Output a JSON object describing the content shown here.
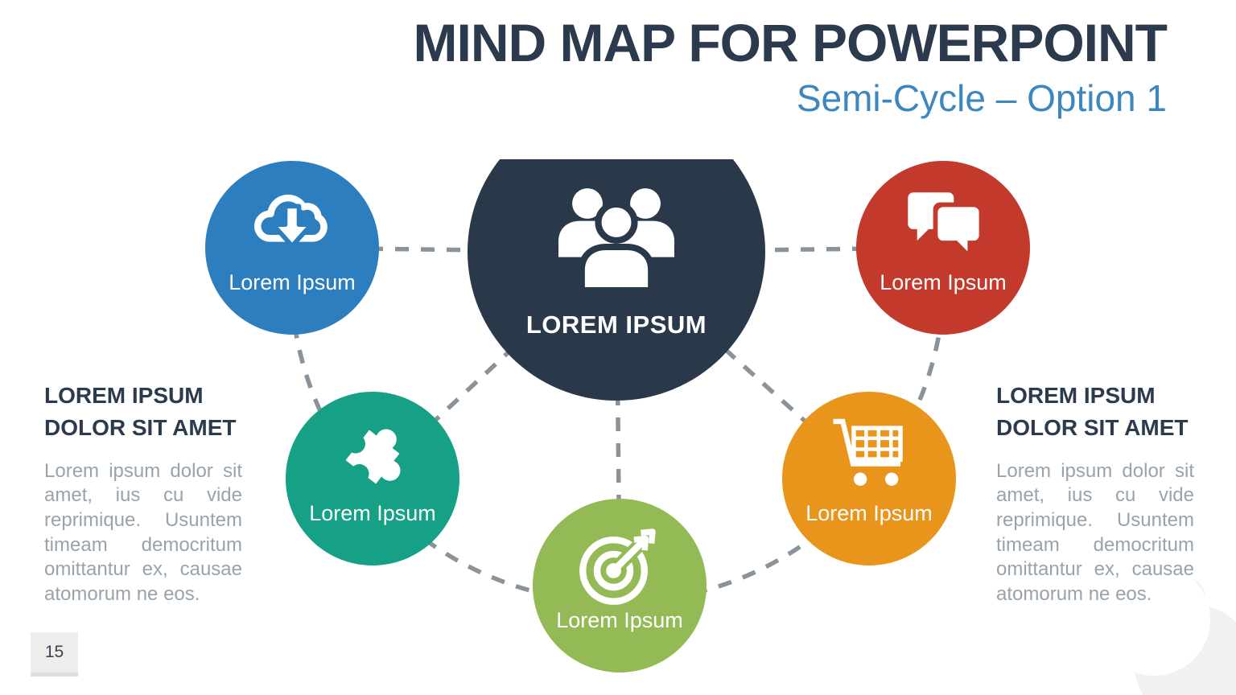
{
  "slide": {
    "title": "MIND MAP FOR POWERPOINT",
    "subtitle": "Semi-Cycle – Option 1",
    "page_number": "15",
    "title_color": "#2B3A4D",
    "subtitle_color": "#3C87C0",
    "background_color": "#FFFFFF"
  },
  "diagram": {
    "connector_color": "#8A939A",
    "center": {
      "label": "LOREM IPSUM",
      "icon": "users-group-icon",
      "color": "#2A394A"
    },
    "nodes": [
      {
        "position": "top-left",
        "label": "Lorem Ipsum",
        "icon": "cloud-download-icon",
        "color": "#2D7EBF"
      },
      {
        "position": "top-right",
        "label": "Lorem Ipsum",
        "icon": "chat-bubbles-icon",
        "color": "#C3392B"
      },
      {
        "position": "mid-left",
        "label": "Lorem Ipsum",
        "icon": "puzzle-piece-icon",
        "color": "#16A085"
      },
      {
        "position": "mid-right",
        "label": "Lorem Ipsum",
        "icon": "shopping-cart-icon",
        "color": "#E9951C"
      },
      {
        "position": "bottom",
        "label": "Lorem Ipsum",
        "icon": "target-arrow-icon",
        "color": "#94BA55"
      }
    ]
  },
  "text_blocks": {
    "left": {
      "heading_line1": "LOREM IPSUM",
      "heading_line2": "DOLOR SIT AMET",
      "body": "Lorem ipsum dolor sit amet, ius cu vide reprimique. Usuntem timeam democritum omittantur ex, causae atomorum ne eos."
    },
    "right": {
      "heading_line1": "LOREM IPSUM",
      "heading_line2": "DOLOR SIT AMET",
      "body": "Lorem ipsum dolor sit amet, ius cu vide reprimique. Usuntem timeam democritum omittantur ex, causae atomorum ne eos."
    }
  }
}
